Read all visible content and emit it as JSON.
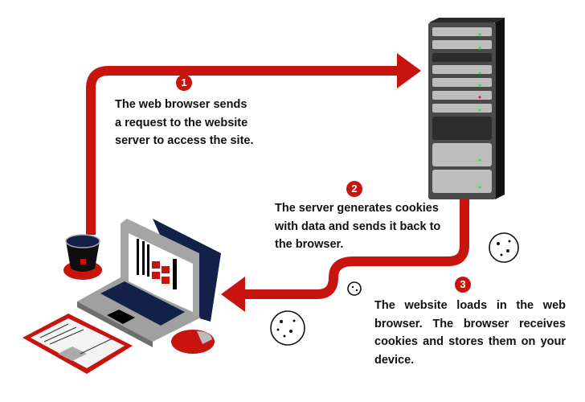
{
  "colors": {
    "accent": "#c8140f",
    "navy": "#13214a",
    "server": "#3a3a3a"
  },
  "steps": [
    {
      "number": "1",
      "lines": [
        "The web browser sends",
        "a request to the website",
        "server to access the site."
      ]
    },
    {
      "number": "2",
      "lines": [
        "The server generates cookies",
        "with data and sends it back to",
        "the browser."
      ]
    },
    {
      "number": "3",
      "lines": [
        "The website loads in the web",
        "browser. The browser receives",
        "cookies and stores them on your",
        "device."
      ]
    }
  ],
  "icons": [
    "server-rack-icon",
    "laptop-icon",
    "coffee-cup-icon",
    "tablet-icon",
    "mouse-icon",
    "cookie-icon"
  ]
}
